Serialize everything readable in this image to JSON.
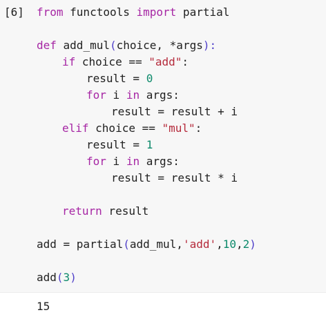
{
  "cell": {
    "prompt": "[6]",
    "tokens": {
      "from": "from",
      "module": " functools ",
      "import": "import",
      "partial_import": " partial",
      "def": "def",
      "fn_name": " add_mul",
      "paren_open": "(",
      "params": "choice, *args",
      "paren_close_colon": "):",
      "if": "if",
      "cond1": " choice == ",
      "str_add": "\"add\"",
      "colon1": ":",
      "result_assign1": "result = ",
      "zero": "0",
      "for1": "for",
      "i1": " i ",
      "in1": "in",
      "args1": " args:",
      "sum_line": "result = result + i",
      "elif": "elif",
      "cond2": " choice == ",
      "str_mul": "\"mul\"",
      "colon2": ":",
      "result_assign2": "result = ",
      "one": "1",
      "for2": "for",
      "i2": " i ",
      "in2": "in",
      "args2": " args:",
      "mul_line": "result = result * i",
      "return": "return",
      "return_val": " result",
      "add_assign": "add = partial",
      "partial_args_open": "(",
      "partial_fn": "add_mul,",
      "str_add2": "'add'",
      "comma1": ",",
      "ten": "10",
      "comma2": ",",
      "two": "2",
      "partial_args_close": ")",
      "call_name": "add",
      "call_open": "(",
      "three": "3",
      "call_close": ")"
    }
  },
  "output": {
    "text": "15"
  },
  "colors": {
    "keyword": "#a626a4",
    "function": "#4f3fc9",
    "string": "#b52a3b",
    "number": "#0d8a6b",
    "cell_background": "#f7f7f7"
  }
}
